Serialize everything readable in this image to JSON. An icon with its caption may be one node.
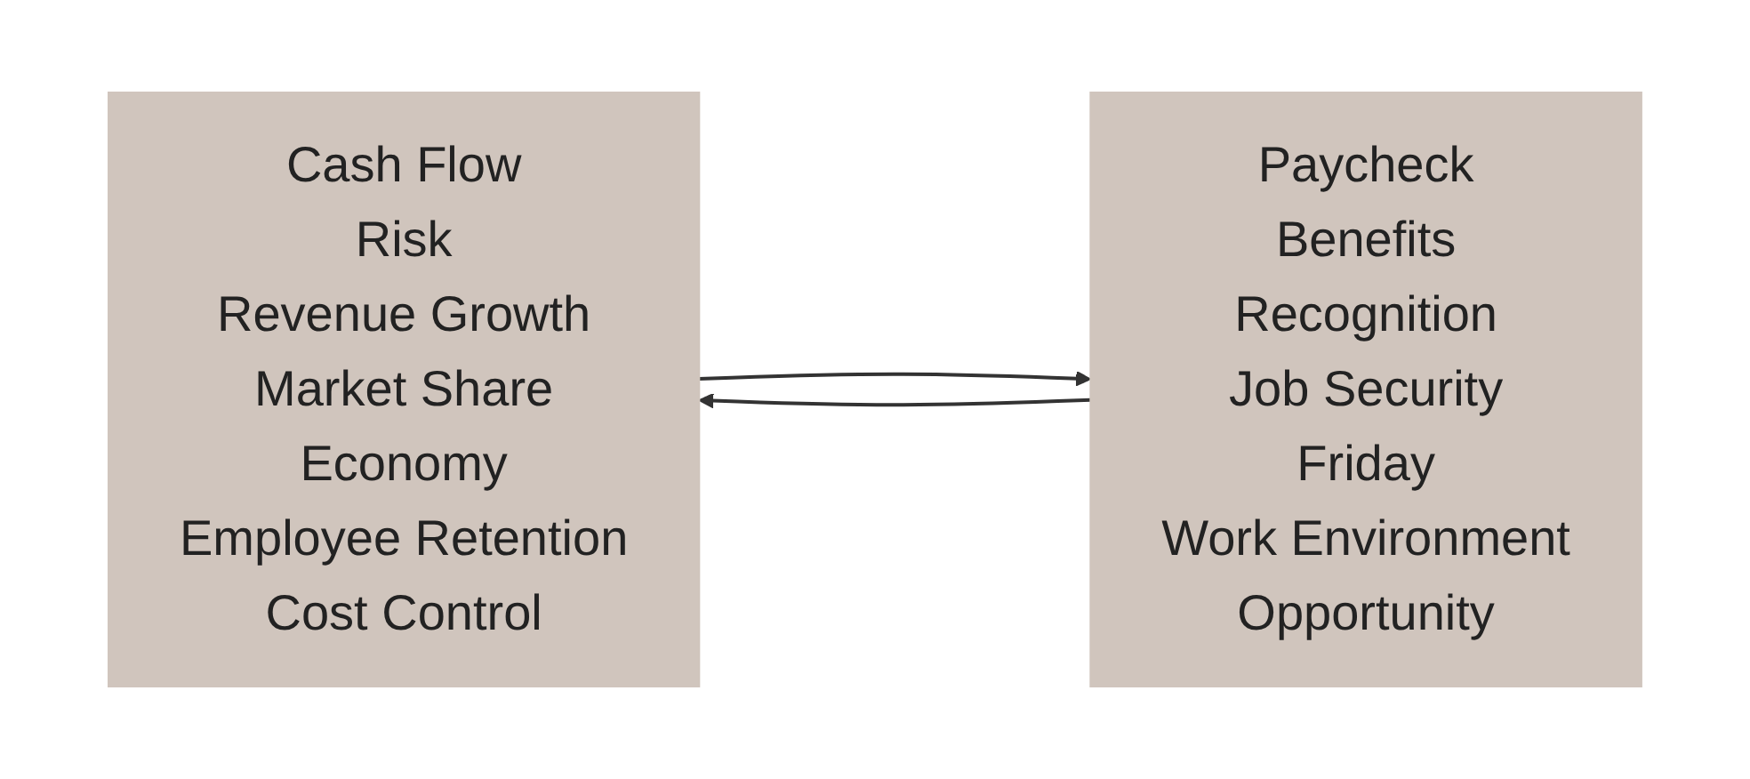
{
  "diagram": {
    "nodes": [
      {
        "text": [
          "Cash Flow",
          "Risk",
          "Revenue Growth",
          "Market Share",
          "Economy",
          "Employee Retention",
          "Cost Control"
        ]
      },
      {
        "text": [
          "Paycheck",
          "Benefits",
          "Recognition",
          "Job Security",
          "Friday",
          "Work Environment",
          "Opportunity"
        ]
      }
    ],
    "edges": [
      {
        "from": 0,
        "to": 1,
        "arrow": "to"
      },
      {
        "from": 1,
        "to": 0,
        "arrow": "to"
      }
    ]
  }
}
